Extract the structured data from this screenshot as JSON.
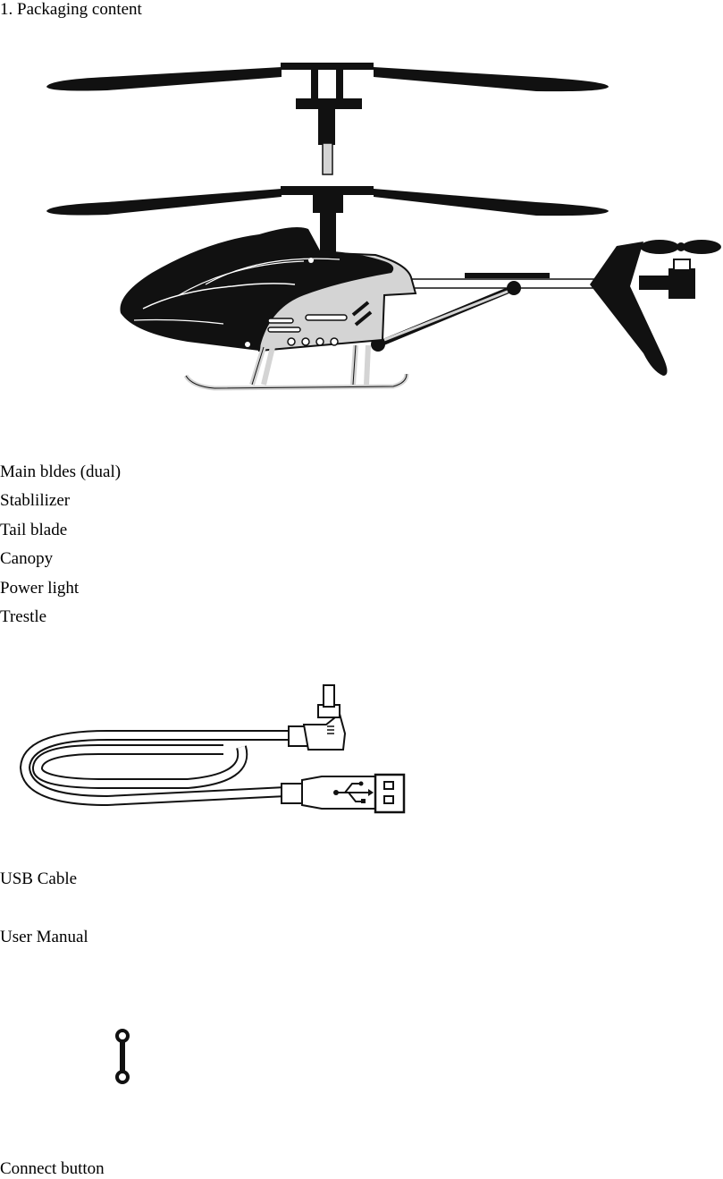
{
  "section_title": "1. Packaging content",
  "helicopter": {
    "parts": [
      "Main bldes (dual)",
      "Stablilizer",
      "Tail blade",
      "Canopy",
      "Power light",
      "Trestle"
    ]
  },
  "usb_cable": {
    "label": "USB Cable"
  },
  "user_manual": {
    "label": "User Manual"
  },
  "connect_button": {
    "label": "Connect button"
  },
  "colors": {
    "ink": "#111111",
    "grey": "#d4d4d4",
    "paper": "#ffffff"
  }
}
